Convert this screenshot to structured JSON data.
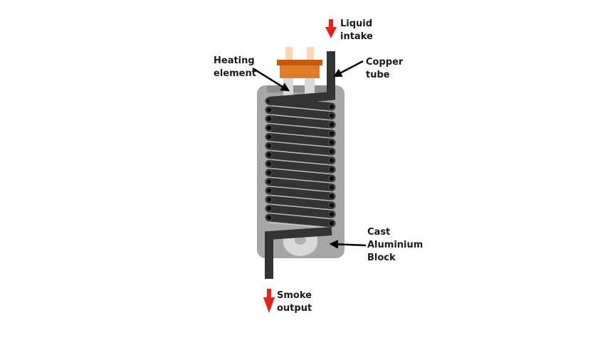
{
  "title": "Heating element and copper tube coil diagram",
  "labels": {
    "liquid_intake": [
      "Liquid",
      "intake"
    ],
    "heating_element": [
      "Heating",
      "element"
    ],
    "copper_tube": [
      "Copper",
      "tube"
    ],
    "cast_aluminium_block": [
      "Cast",
      "Aluminium",
      "Block"
    ],
    "smoke_output": [
      "Smoke",
      "output"
    ]
  },
  "components": {
    "coil_turns": 14,
    "flow_arrows": [
      "liquid-intake-arrow",
      "smoke-output-arrow"
    ]
  },
  "colors": {
    "block": "#a6a6a6",
    "block_inner": "#8c8c8c",
    "tube": "#333333",
    "tube_end": "#111111",
    "heater_rods": "#d9d9d9",
    "connector_top": "#c55a11",
    "connector_body": "#e07b2a",
    "connector_pins": "#fbd7b5",
    "flow_arrow": "#e8221b",
    "pointer_arrow": "#000000",
    "cutout": "#d9d9d9"
  }
}
